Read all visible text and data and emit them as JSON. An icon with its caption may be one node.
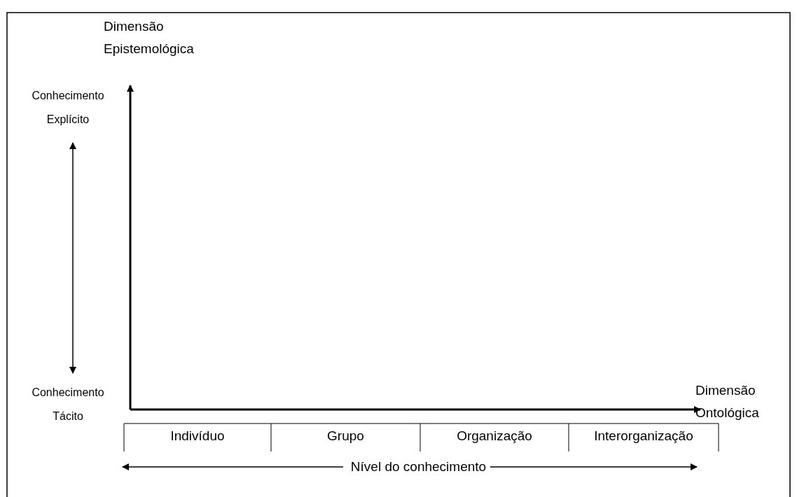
{
  "diagram": {
    "nodes": [
      {
        "text": [
          "Conhecimento Explícito"
        ]
      },
      {
        "text": [
          "Conhecimento Tácito"
        ]
      }
    ],
    "edges": [
      {
        "from": 0,
        "to": 1,
        "arrow": "both"
      }
    ],
    "labels": [
      "Dimensão Epistemológica",
      "Dimensão Ontológica",
      "Indivíduo",
      "Grupo",
      "Organização",
      "Interorganização",
      "Nível do conhecimento"
    ]
  }
}
